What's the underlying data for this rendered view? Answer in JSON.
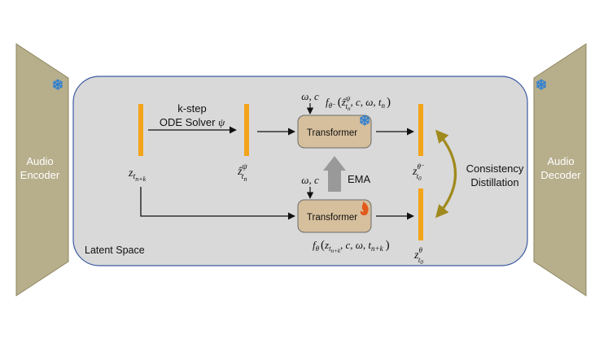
{
  "colors": {
    "panel": "#b7ae8c",
    "panel_stroke": "#8d865f",
    "latent_fill": "#d9d9d9",
    "latent_stroke": "#3b5aa3",
    "token": "#f4a41a",
    "transformer_fill": "#d6bf9c",
    "transformer_stroke": "#6b6b6b",
    "ema_arrow": "#999999",
    "distill_arrow": "#a08a1d",
    "snowflake": "#2f7fd1",
    "flame": "#e2591b"
  },
  "icons": {
    "encoder_frozen": "snowflake-icon",
    "decoder_frozen": "snowflake-icon",
    "teacher_frozen": "snowflake-icon",
    "student_trainable": "flame-icon"
  },
  "encoder": {
    "line1": "Audio",
    "line2": "Encoder"
  },
  "decoder": {
    "line1": "Audio",
    "line2": "Decoder"
  },
  "latent_space_label": "Latent Space",
  "solver": {
    "line1": "k-step",
    "line2": "ODE Solver",
    "symbol": "ψ"
  },
  "z_tnk": {
    "base": "z",
    "sub_base": "t",
    "sub_sub": "n+k"
  },
  "z_hat_psi": {
    "base": "ẑ",
    "sup": "ψ",
    "sub_base": "t",
    "sub_sub": "n"
  },
  "teacher": {
    "box_label": "Transformer",
    "cond_label": "ω, c",
    "formula_prefix": "f",
    "formula_sub": "θ⁻",
    "formula_open": "(",
    "formula_arg": "ẑ",
    "formula_arg_sup": "ψ",
    "formula_arg_sub_base": "t",
    "formula_arg_sub_sub": "n",
    "formula_rest": ", c, ω, t",
    "formula_rest_sub": "n",
    "formula_close": ")"
  },
  "student": {
    "box_label": "Transformer",
    "cond_label": "ω, c",
    "formula_prefix": "f",
    "formula_sub": "θ",
    "formula_open": "(",
    "formula_arg": "z",
    "formula_arg_sub_base": "t",
    "formula_arg_sub_sub": "n+k",
    "formula_rest": ", c, ω, t",
    "formula_rest_sub": "n+k",
    "formula_close": ")"
  },
  "ema_label": "EMA",
  "z_teacher_out": {
    "base": "z",
    "sup": "θ⁻",
    "sub_base": "t",
    "sub_sub": "0"
  },
  "z_student_out": {
    "base": "z",
    "sup": "θ",
    "sub_base": "t",
    "sub_sub": "0"
  },
  "consistency": {
    "line1": "Consistency",
    "line2": "Distillation"
  }
}
